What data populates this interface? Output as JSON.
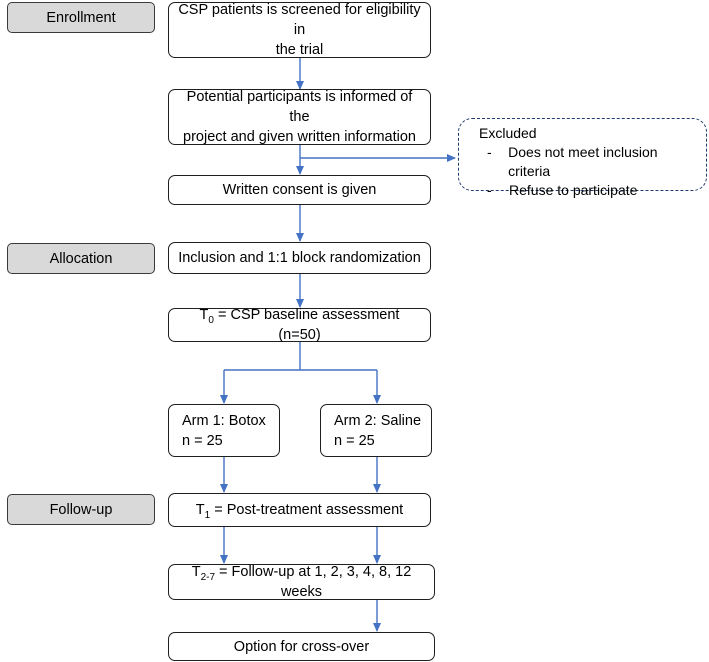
{
  "stages": {
    "enrollment": "Enrollment",
    "allocation": "Allocation",
    "followup": "Follow-up"
  },
  "boxes": {
    "screened_line1": "CSP patients is screened for eligibility in",
    "screened_line2": "the trial",
    "informed_line1": "Potential participants is informed of the",
    "informed_line2": "project and given written information",
    "consent": "Written consent is given",
    "randomization": "Inclusion and 1:1 block randomization",
    "baseline_T": "T",
    "baseline_sub": "0",
    "baseline_rest": " = CSP baseline assessment (n=50)",
    "arm1_line1": "Arm 1: Botox",
    "arm1_line2": "n = 25",
    "arm2_line1": "Arm 2: Saline",
    "arm2_line2": "n = 25",
    "post_T": "T",
    "post_sub": "1",
    "post_rest": " = Post-treatment assessment",
    "followup_T": "T",
    "followup_sub": "2-7",
    "followup_rest": " = Follow-up at 1, 2, 3, 4, 8, 12 weeks",
    "crossover": "Option for cross-over"
  },
  "excluded": {
    "title": "Excluded",
    "items": [
      "Does not meet inclusion criteria",
      "Refuse to participate"
    ],
    "bullet": "-"
  },
  "colors": {
    "arrow": "#4472c4",
    "excluded_border": "#1f3b6e",
    "stage_fill": "#d9d9d9"
  }
}
